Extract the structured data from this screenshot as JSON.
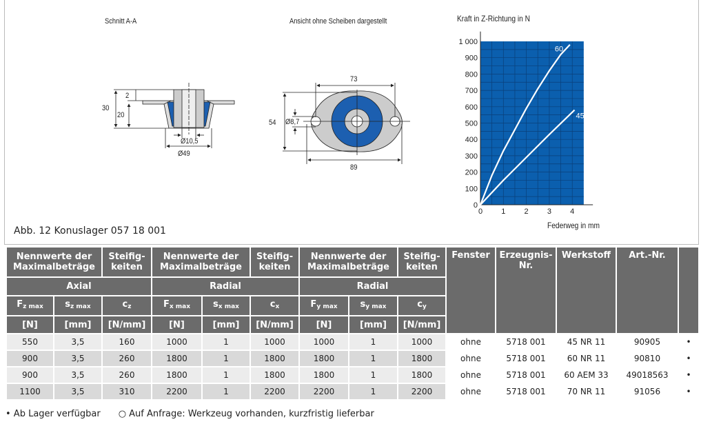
{
  "figure": {
    "title_section": "Schnitt A-A",
    "title_view": "Ansicht ohne Scheiben dargestellt",
    "caption": "Abb. 12 Konuslager 057 18 001",
    "dims_section": {
      "h_total": "30",
      "h_flange": "2",
      "h_body": "20",
      "d_inner": "Ø10,5",
      "d_outer": "Ø49"
    },
    "dims_view": {
      "hole_spacing": "73",
      "height": "54",
      "hole_dia": "Ø8,7",
      "length": "89"
    }
  },
  "chart_data": {
    "type": "line",
    "title": "Kraft in Z-Richtung in N",
    "xlabel": "Federweg in mm",
    "ylabel": "Kraft in Z-Richtung in N",
    "xlim": [
      0,
      4.5
    ],
    "ylim": [
      0,
      1000
    ],
    "grid": true,
    "xticks": [
      "0",
      "1",
      "2",
      "3",
      "4"
    ],
    "yticks": [
      "0",
      "100",
      "200",
      "300",
      "400",
      "500",
      "600",
      "700",
      "800",
      "900",
      "1 000"
    ],
    "series": [
      {
        "name": "60",
        "x": [
          0,
          0.5,
          1,
          1.5,
          2,
          2.5,
          3,
          3.5,
          3.9
        ],
        "y": [
          0,
          180,
          330,
          460,
          590,
          710,
          820,
          920,
          980
        ]
      },
      {
        "name": "45",
        "x": [
          0,
          1,
          2,
          3,
          4.1
        ],
        "y": [
          0,
          150,
          290,
          430,
          580
        ]
      }
    ],
    "colors": {
      "bg": "#0b5fae",
      "line": "#ffffff"
    }
  },
  "table": {
    "h1": [
      "Nennwerte der Maximalbeträge",
      "Steifig-keiten",
      "Nennwerte der Maximalbeträge",
      "Steifig-keiten",
      "Nennwerte der Maximalbeträge",
      "Steifig-keiten",
      "Fenster",
      "Erzeugnis-Nr.",
      "Werkstoff",
      "Art.-Nr."
    ],
    "h2": [
      "Axial",
      "Radial",
      "Radial"
    ],
    "h3": [
      [
        "F",
        "z max"
      ],
      [
        "s",
        "z max"
      ],
      [
        "c",
        "z"
      ],
      [
        "F",
        "x max"
      ],
      [
        "s",
        "x max"
      ],
      [
        "c",
        "x"
      ],
      [
        "F",
        "y max"
      ],
      [
        "s",
        "y max"
      ],
      [
        "c",
        "y"
      ]
    ],
    "h4": [
      "[N]",
      "[mm]",
      "[N/mm]",
      "[N]",
      "[mm]",
      "[N/mm]",
      "[N]",
      "[mm]",
      "[N/mm]"
    ],
    "rows": [
      [
        "550",
        "3,5",
        "160",
        "1000",
        "1",
        "1000",
        "1000",
        "1",
        "1000",
        "ohne",
        "5718 001",
        "45 NR 11",
        "90905",
        "•"
      ],
      [
        "900",
        "3,5",
        "260",
        "1800",
        "1",
        "1800",
        "1800",
        "1",
        "1800",
        "ohne",
        "5718 001",
        "60 NR 11",
        "90810",
        "•"
      ],
      [
        "900",
        "3,5",
        "260",
        "1800",
        "1",
        "1800",
        "1800",
        "1",
        "1800",
        "ohne",
        "5718 001",
        "60 AEM 33",
        "49018563",
        "•"
      ],
      [
        "1100",
        "3,5",
        "310",
        "2200",
        "1",
        "2200",
        "2200",
        "1",
        "2200",
        "ohne",
        "5718 001",
        "70 NR 11",
        "91056",
        "•"
      ]
    ]
  },
  "footnote": {
    "stock": "• Ab Lager verfügbar",
    "request": "○ Auf Anfrage: Werkzeug vorhanden, kurzfristig lieferbar"
  }
}
